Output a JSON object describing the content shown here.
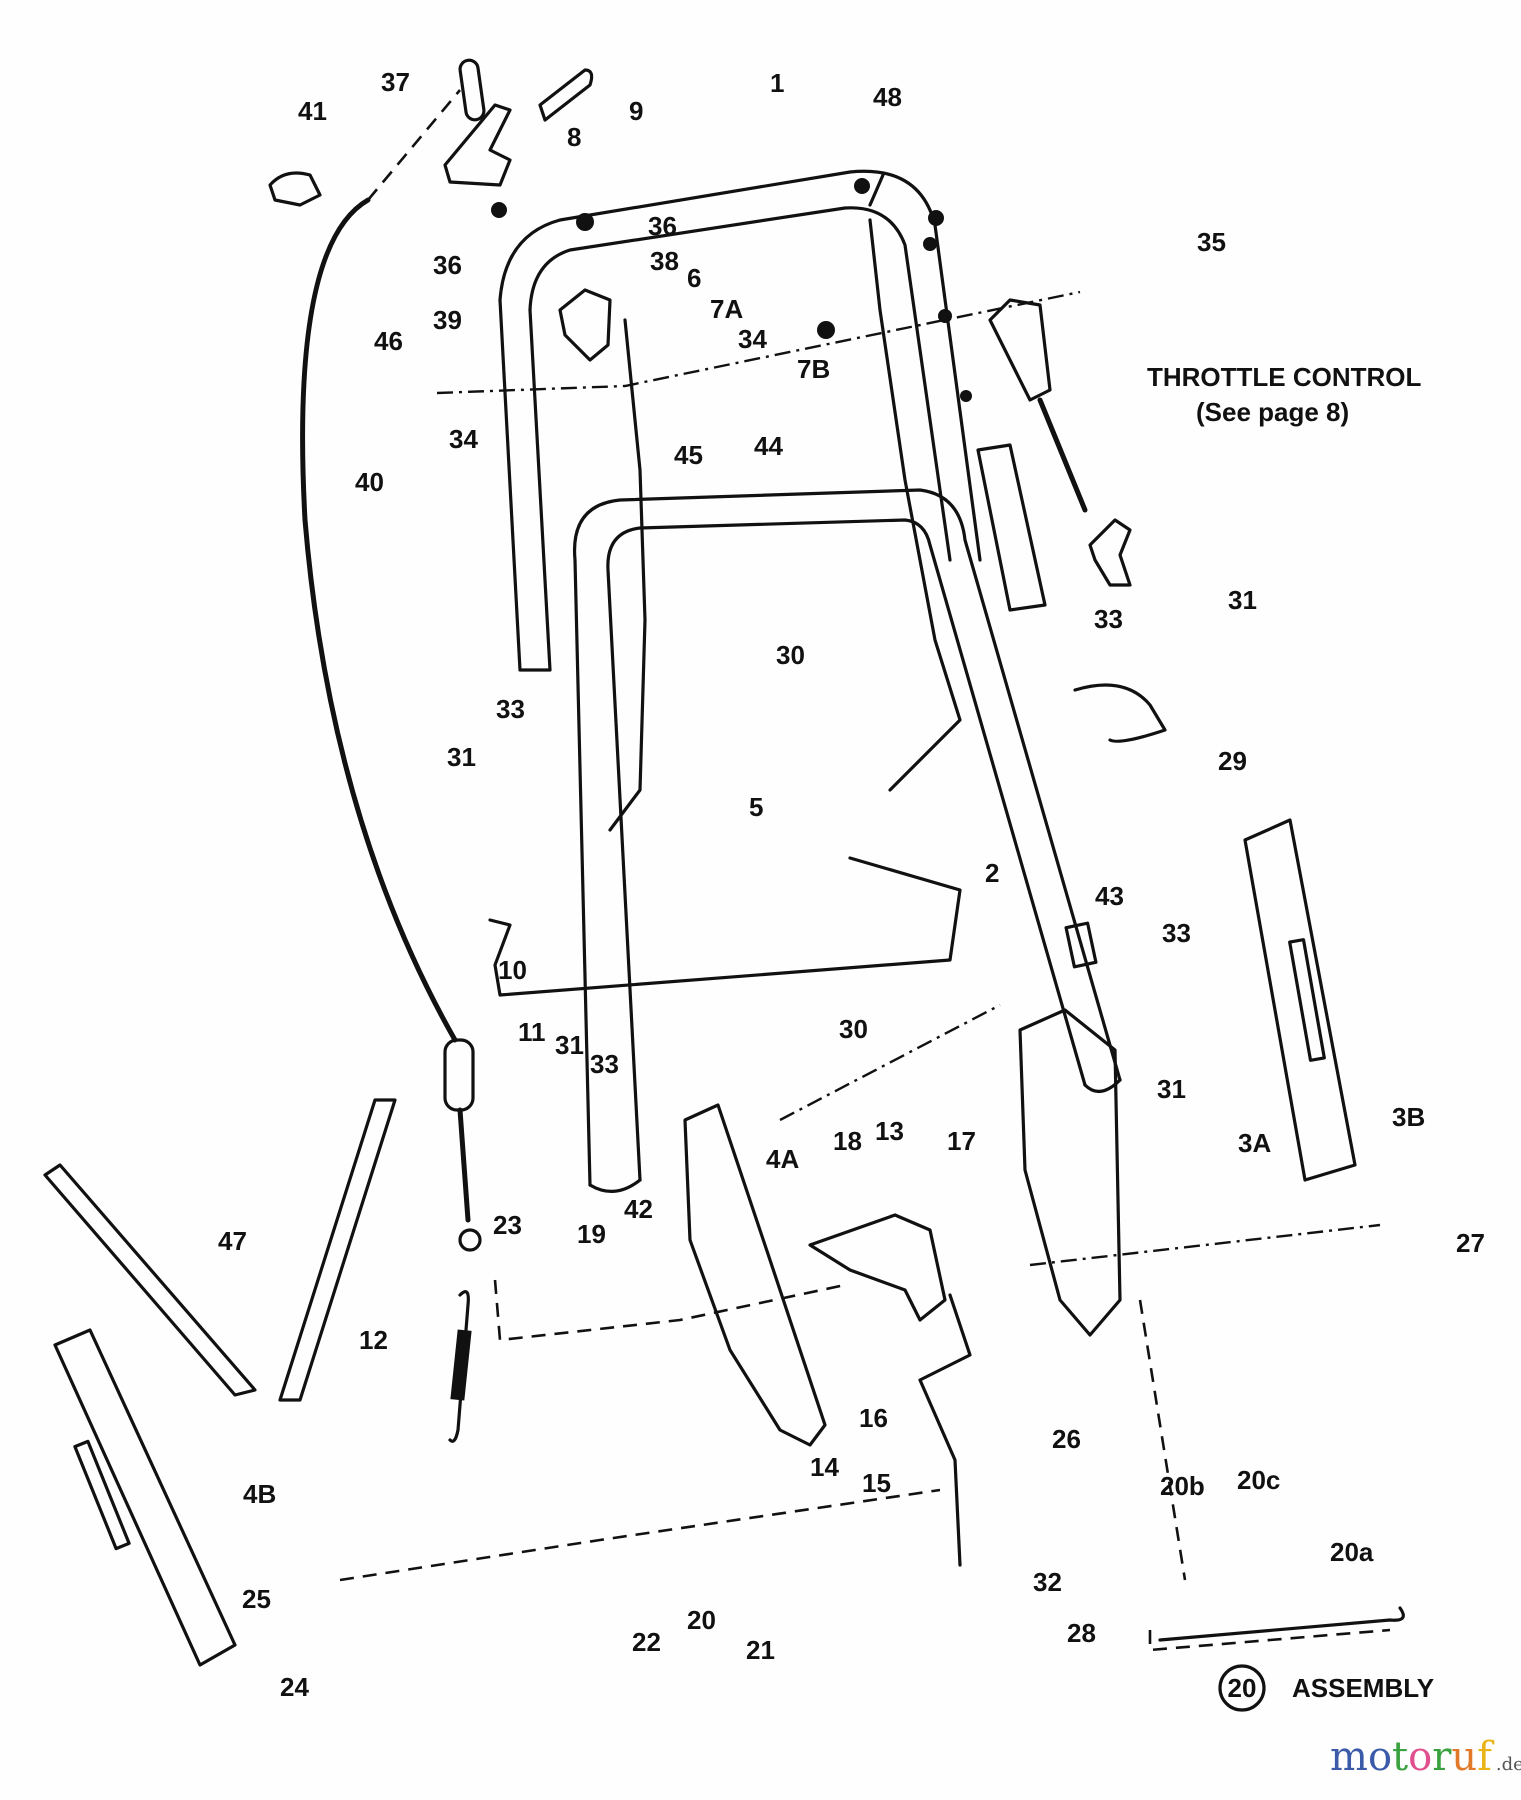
{
  "diagram": {
    "title": "Handle assembly exploded parts diagram",
    "callouts": [
      {
        "id": "c37",
        "text": "37"
      },
      {
        "id": "c9",
        "text": "9"
      },
      {
        "id": "c8",
        "text": "8"
      },
      {
        "id": "c41",
        "text": "41"
      },
      {
        "id": "c1",
        "text": "1"
      },
      {
        "id": "c48",
        "text": "48"
      },
      {
        "id": "c36a",
        "text": "36"
      },
      {
        "id": "c36b",
        "text": "36"
      },
      {
        "id": "c38",
        "text": "38"
      },
      {
        "id": "c6",
        "text": "6"
      },
      {
        "id": "c7A",
        "text": "7A"
      },
      {
        "id": "c35",
        "text": "35"
      },
      {
        "id": "c39",
        "text": "39"
      },
      {
        "id": "c46",
        "text": "46"
      },
      {
        "id": "c34a",
        "text": "34"
      },
      {
        "id": "c7B",
        "text": "7B"
      },
      {
        "id": "c34b",
        "text": "34"
      },
      {
        "id": "c45",
        "text": "45"
      },
      {
        "id": "c44",
        "text": "44"
      },
      {
        "id": "c40",
        "text": "40"
      },
      {
        "id": "c33a",
        "text": "33"
      },
      {
        "id": "c31a",
        "text": "31"
      },
      {
        "id": "c31b",
        "text": "31"
      },
      {
        "id": "c33b",
        "text": "33"
      },
      {
        "id": "c30a",
        "text": "30"
      },
      {
        "id": "c29",
        "text": "29"
      },
      {
        "id": "c5",
        "text": "5"
      },
      {
        "id": "c2",
        "text": "2"
      },
      {
        "id": "c43",
        "text": "43"
      },
      {
        "id": "c33c",
        "text": "33"
      },
      {
        "id": "c10",
        "text": "10"
      },
      {
        "id": "c11",
        "text": "11"
      },
      {
        "id": "c31c",
        "text": "31"
      },
      {
        "id": "c33d",
        "text": "33"
      },
      {
        "id": "c30b",
        "text": "30"
      },
      {
        "id": "c31d",
        "text": "31"
      },
      {
        "id": "c3B",
        "text": "3B"
      },
      {
        "id": "c3A",
        "text": "3A"
      },
      {
        "id": "c4A",
        "text": "4A"
      },
      {
        "id": "c18",
        "text": "18"
      },
      {
        "id": "c13",
        "text": "13"
      },
      {
        "id": "c17",
        "text": "17"
      },
      {
        "id": "c47",
        "text": "47"
      },
      {
        "id": "c23",
        "text": "23"
      },
      {
        "id": "c19",
        "text": "19"
      },
      {
        "id": "c42",
        "text": "42"
      },
      {
        "id": "c27",
        "text": "27"
      },
      {
        "id": "c12",
        "text": "12"
      },
      {
        "id": "c16",
        "text": "16"
      },
      {
        "id": "c14",
        "text": "14"
      },
      {
        "id": "c15",
        "text": "15"
      },
      {
        "id": "c26",
        "text": "26"
      },
      {
        "id": "c4B",
        "text": "4B"
      },
      {
        "id": "c20b",
        "text": "20b"
      },
      {
        "id": "c20c",
        "text": "20c"
      },
      {
        "id": "c20a",
        "text": "20a"
      },
      {
        "id": "c25",
        "text": "25"
      },
      {
        "id": "c32",
        "text": "32"
      },
      {
        "id": "c20",
        "text": "20"
      },
      {
        "id": "c22",
        "text": "22"
      },
      {
        "id": "c21",
        "text": "21"
      },
      {
        "id": "c28",
        "text": "28"
      },
      {
        "id": "c24",
        "text": "24"
      }
    ],
    "throttle_note": {
      "line1": "THROTTLE CONTROL",
      "line2": "(See page 8)"
    },
    "assembly_note": {
      "number": "20",
      "label": "ASSEMBLY"
    }
  },
  "watermark": {
    "text": "motoruf",
    "suffix": ".de",
    "letters": [
      "m",
      "o",
      "t",
      "o",
      "r",
      "u",
      "f"
    ],
    "colors": [
      "#3b5ba9",
      "#3b5ba9",
      "#3aa13f",
      "#e0508e",
      "#3aa13f",
      "#e07a2a",
      "#e8b418"
    ]
  }
}
